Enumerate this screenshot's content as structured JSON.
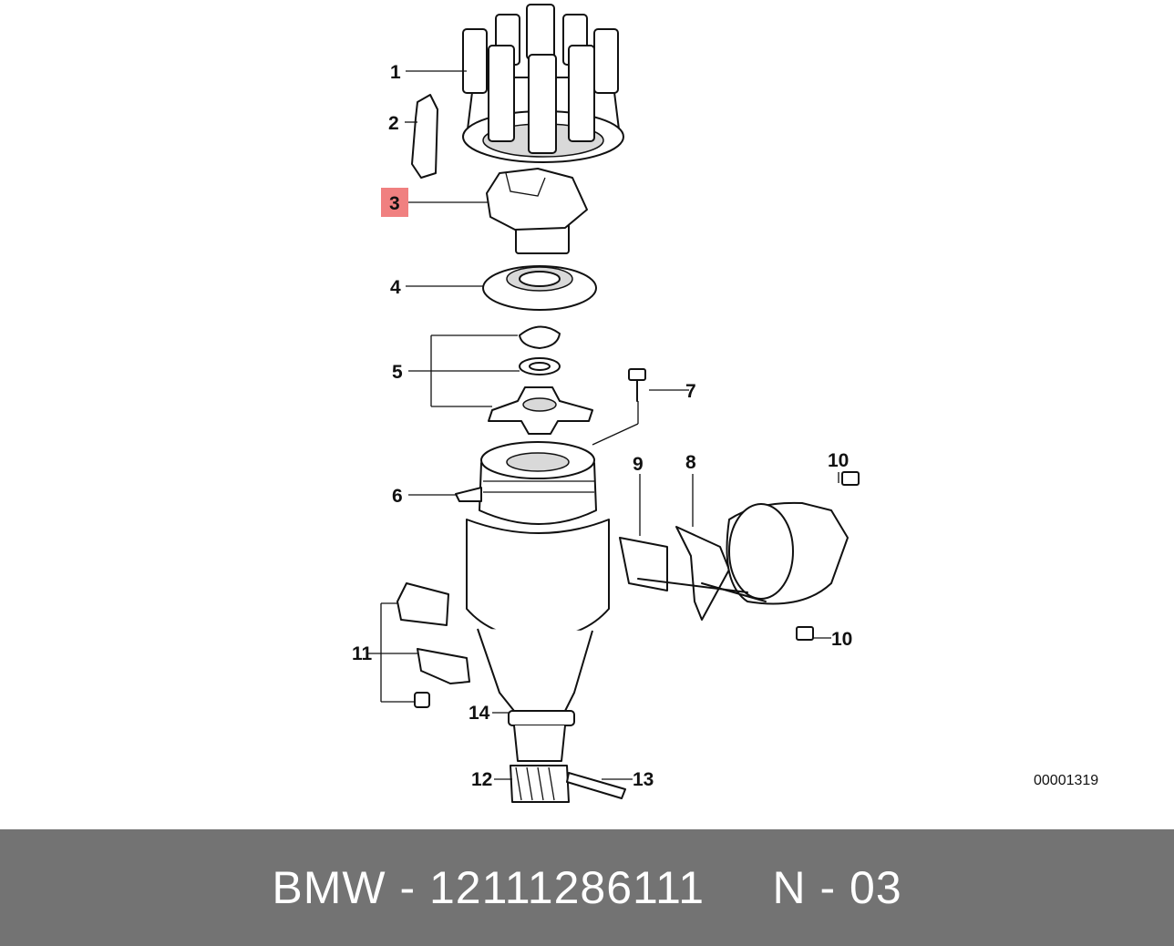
{
  "diagram": {
    "part_numbers": {
      "p1": "1",
      "p2": "2",
      "p3": "3",
      "p4": "4",
      "p5": "5",
      "p6": "6",
      "p7": "7",
      "p8": "8",
      "p9": "9",
      "p10a": "10",
      "p10b": "10",
      "p11": "11",
      "p12": "12",
      "p13": "13",
      "p14": "14"
    },
    "highlighted_part": "3",
    "highlight_color": "#f08080",
    "drawing_code": "00001319"
  },
  "footer": {
    "text": "BMW - 12111286111     N - 03",
    "background": "#737373",
    "text_color": "#ffffff"
  }
}
